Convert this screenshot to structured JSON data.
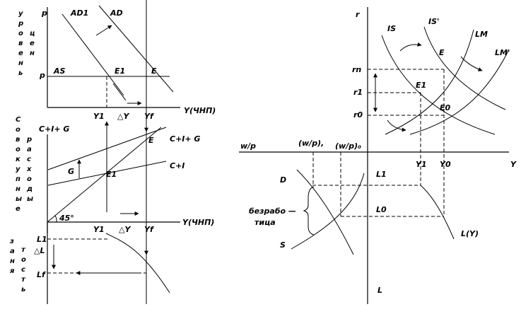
{
  "left_top": {
    "axis_vertical": "p",
    "axis_horizontal": "Y(ЧНП)",
    "vertical_title": "уровень цен",
    "curve_ad1": "AD1",
    "curve_ad": "AD",
    "curve_as": "AS",
    "price_level": "p",
    "point_e1": "E1",
    "point_e": "E",
    "tick_y1": "Y1",
    "tick_yf": "Yf",
    "delta_y": "△Y"
  },
  "left_middle": {
    "vertical_title": "Совокупные расходы",
    "axis_top_label": "C+I+ G",
    "axis_horizontal": "Y(ЧНП)",
    "line_cig": "C+I+ G",
    "line_ci": "C+I",
    "gov_label": "G",
    "point_e": "E",
    "point_e1": "E1",
    "angle_label": "45°",
    "tick_y1": "Y1",
    "tick_yf": "Yf",
    "delta_y": "△Y"
  },
  "left_bottom": {
    "vertical_title": "занятость",
    "tick_l1": "L1",
    "delta_l": "△L",
    "tick_lf": "Lf"
  },
  "right_top": {
    "axis_vertical": "r",
    "curve_is": "IS",
    "curve_is_prime": "IS'",
    "curve_lm": "LM",
    "curve_lm_prime": "LM'",
    "point_e": "E",
    "point_e1": "E1",
    "point_e0": "E0",
    "tick_rn": "rn",
    "tick_r1": "r1",
    "tick_r0": "r0"
  },
  "right_bottom": {
    "axis_left": "w/p",
    "axis_right": "Y",
    "axis_bottom": "L",
    "tick_wp": "(w/p),",
    "tick_wp0": "(w/p)₀",
    "tick_y1": "Y1",
    "tick_y0": "Y0",
    "tick_l1": "L1",
    "tick_l0": "L0",
    "curve_d": "D",
    "curve_s": "S",
    "curve_ly": "L(Y)",
    "unemployment_line1": "безрабо —",
    "unemployment_line2": "тица"
  }
}
